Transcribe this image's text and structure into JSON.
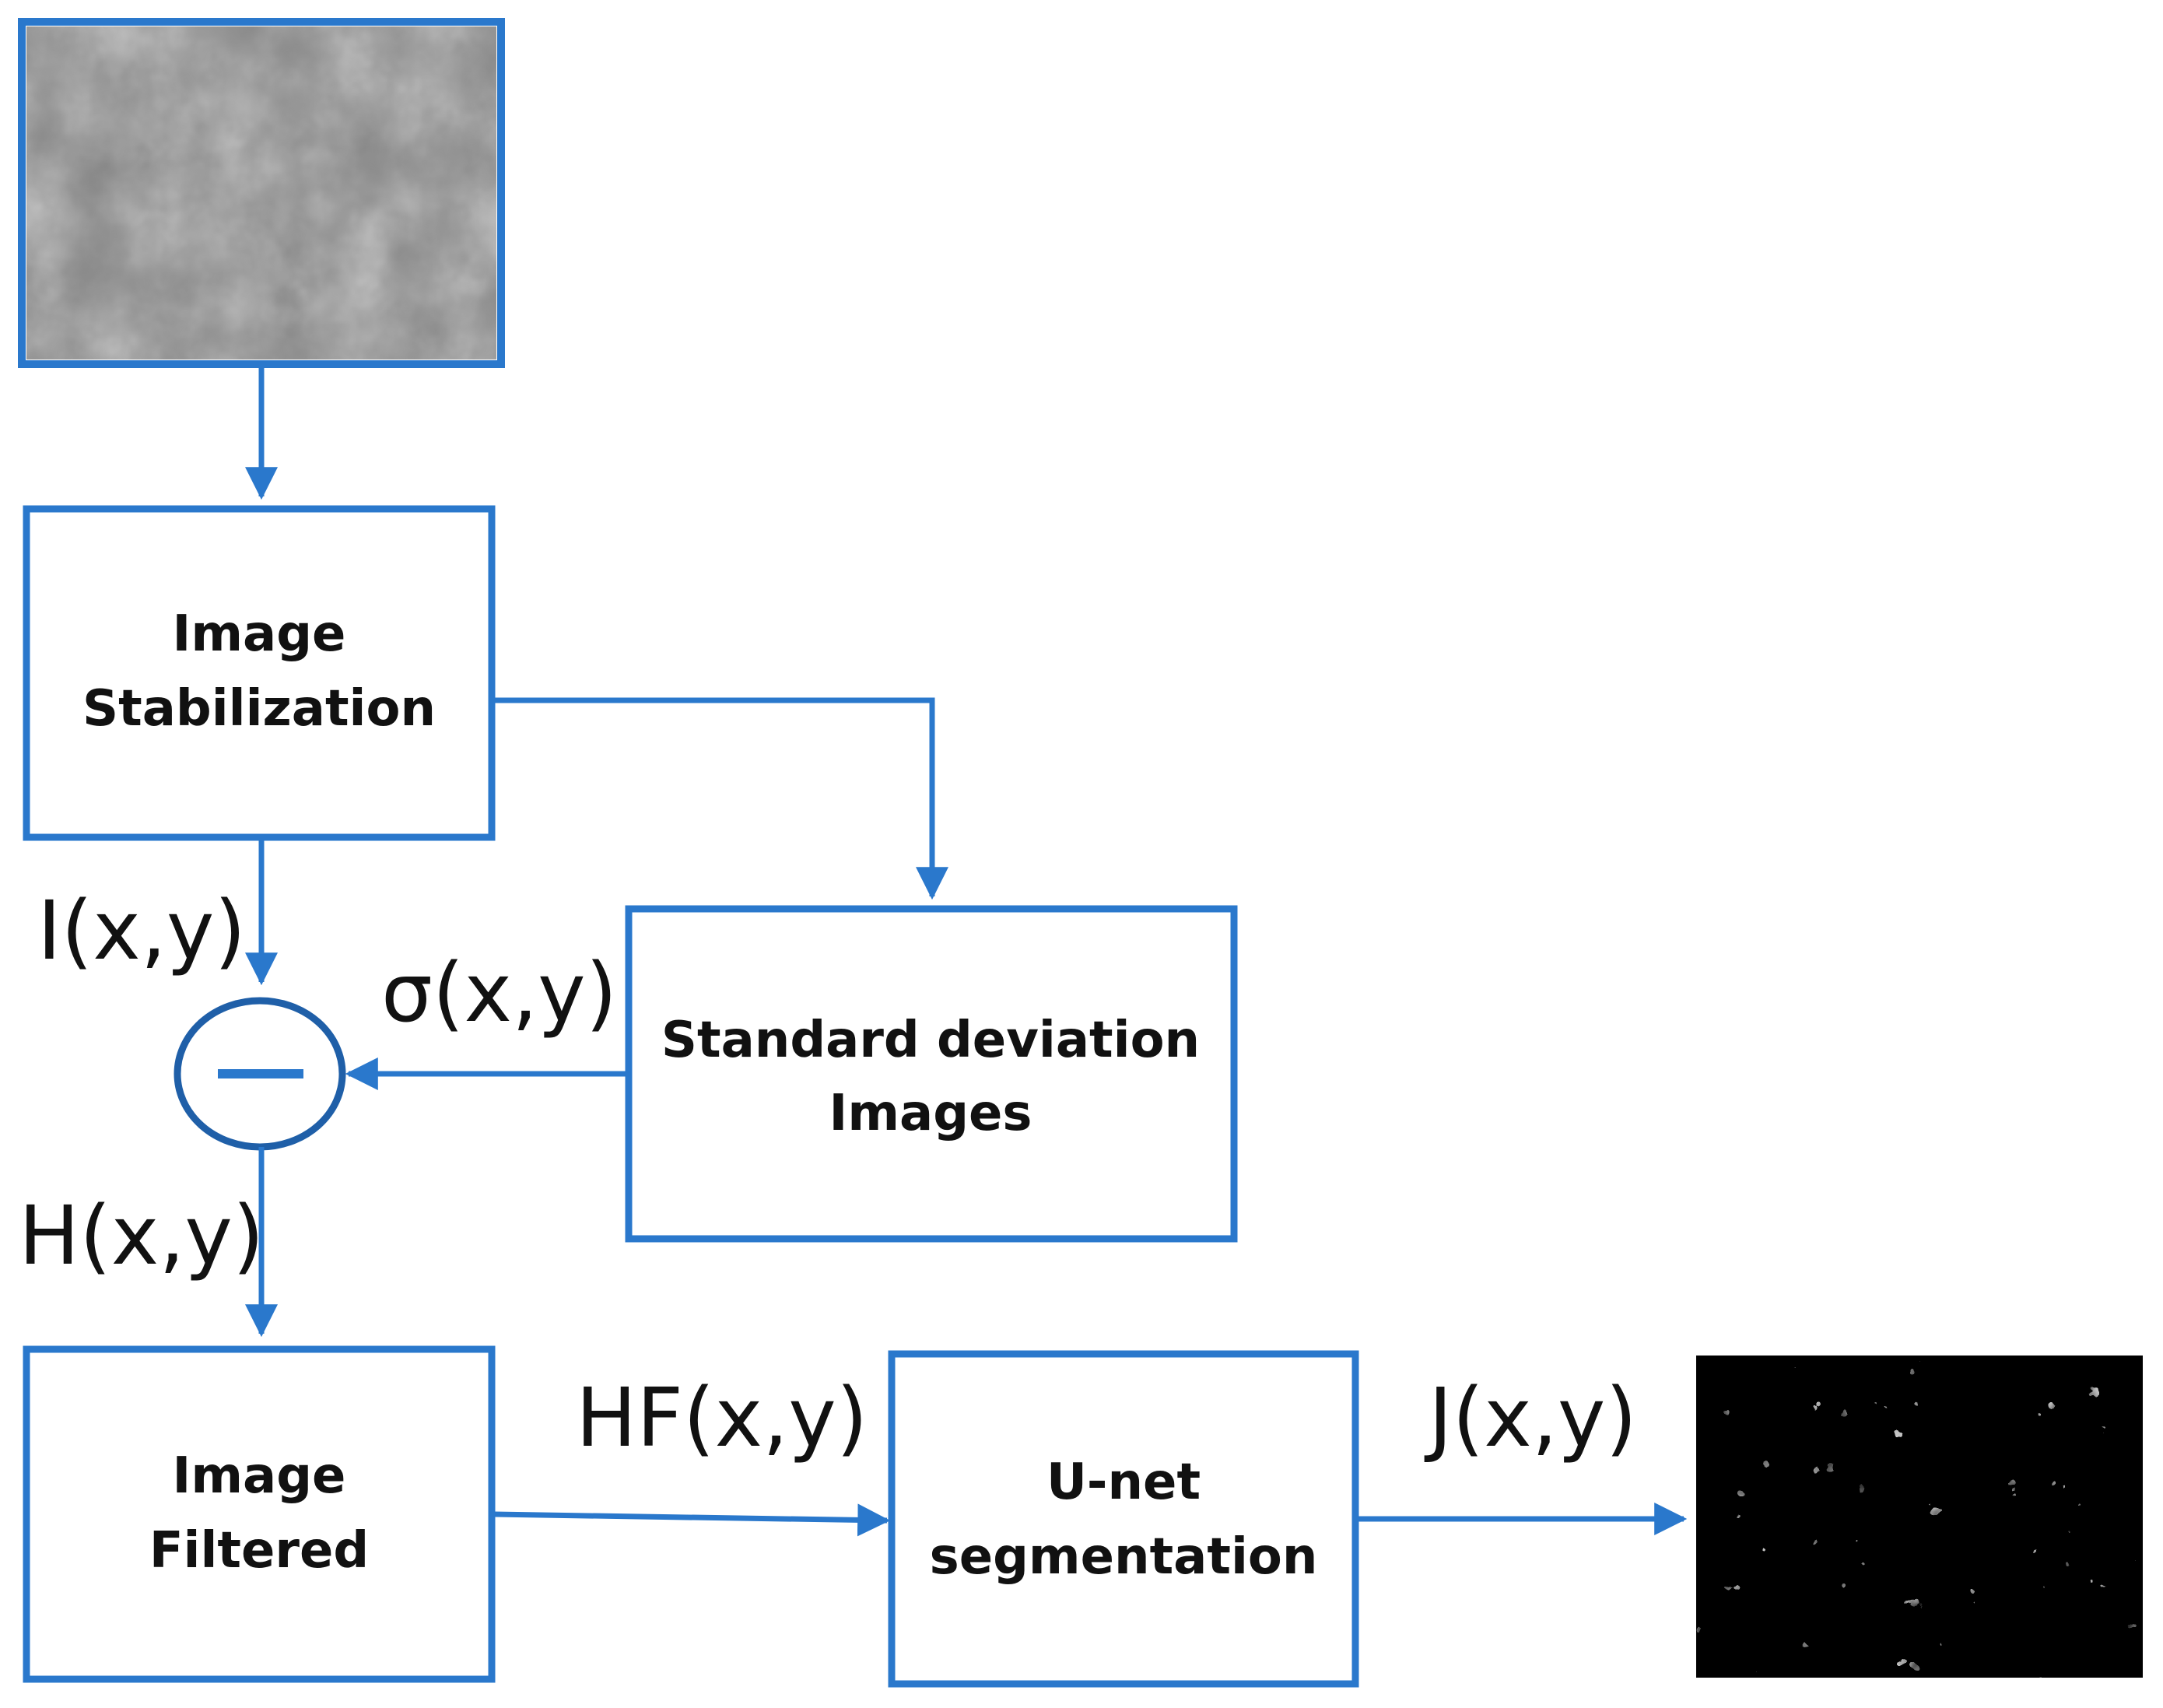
{
  "colors": {
    "accent": "#2a78cc",
    "circle": "#1f5fa8",
    "text": "#111111",
    "background": "#ffffff"
  },
  "blocks": {
    "stabilization": {
      "line1": "Image",
      "line2": "Stabilization"
    },
    "std_dev": {
      "line1": "Standard deviation",
      "line2": "Images"
    },
    "filtered": {
      "line1": "Image",
      "line2": "Filtered"
    },
    "unet": {
      "line1": "U-net",
      "line2": "segmentation"
    }
  },
  "signals": {
    "i": "I(x,y)",
    "sigma": "σ(x,y)",
    "h": "H(x,y)",
    "hf": "HF(x,y)",
    "j": "J(x,y)"
  },
  "operator": {
    "symbol": "minus"
  }
}
